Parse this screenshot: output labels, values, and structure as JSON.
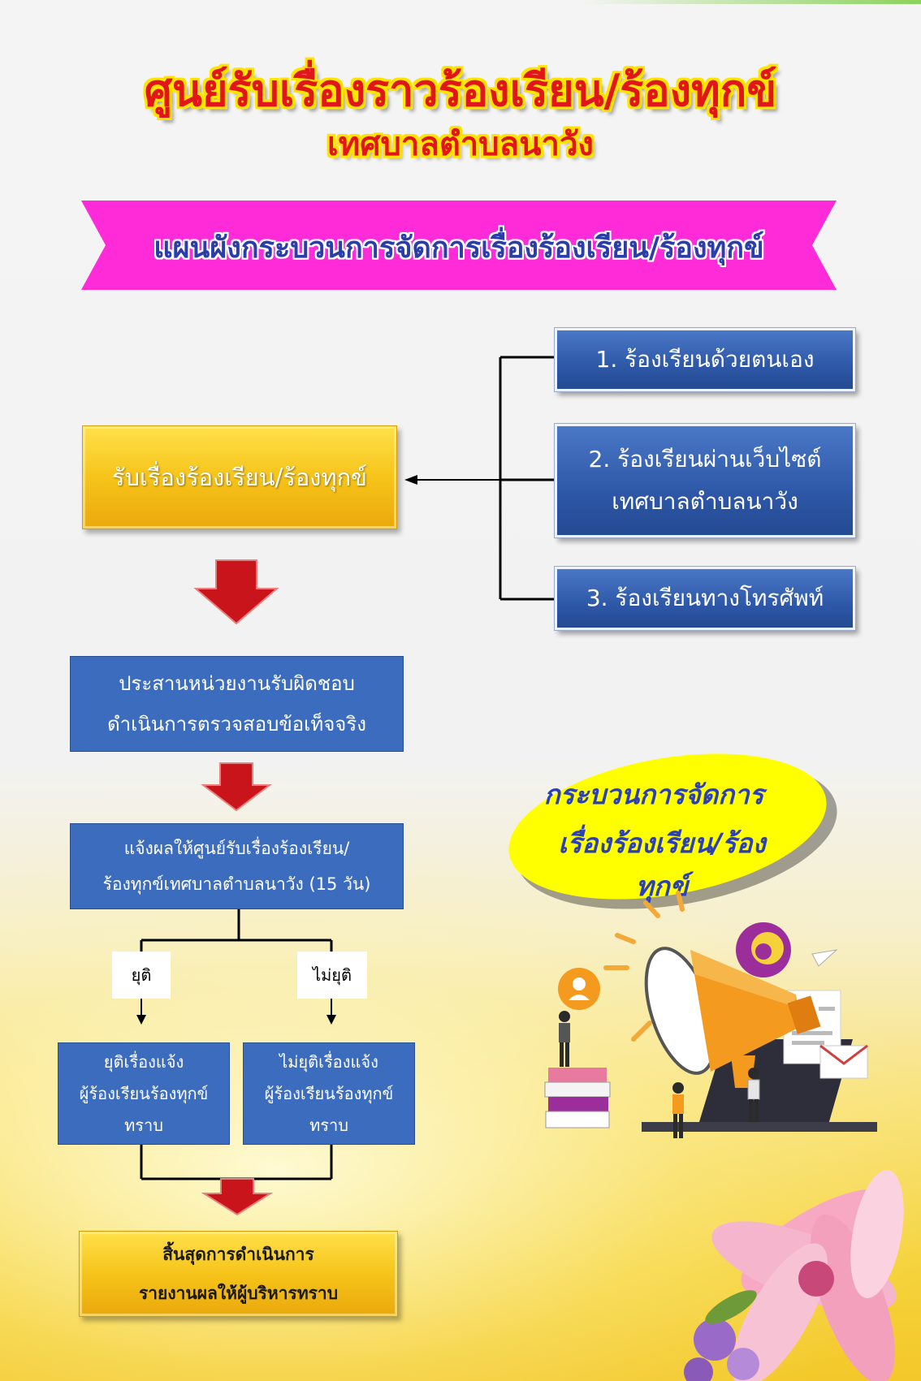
{
  "header": {
    "title_line1": "ศูนย์รับเรื่องราวร้องเรียน/ร้องทุกข์",
    "title_line2": "เทศบาลตำบลนาวัง"
  },
  "banner": {
    "text": "แผนผังกระบวนการจัดการเรื่องร้องเรียน/ร้องทุกข์",
    "color": "#ff2bd8"
  },
  "channels": [
    {
      "line1": "1. ร้องเรียนด้วยตนเอง"
    },
    {
      "line1": "2. ร้องเรียนผ่านเว็บไซต์",
      "line2": "เทศบาลตำบลนาวัง"
    },
    {
      "line1": "3. ร้องเรียนทางโทรศัพท์"
    }
  ],
  "steps": {
    "receive": "รับเรื่องร้องเรียน/ร้องทุกข์",
    "coordinate_line1": "ประสานหน่วยงานรับผิดชอบ",
    "coordinate_line2": "ดำเนินการตรวจสอบข้อเท็จจริง",
    "report_line1": "แจ้งผลให้ศูนย์รับเรื่องร้องเรียน/",
    "report_line2": "ร้องทุกข์เทศบาลตำบลนาวัง (15 วัน)"
  },
  "branches": {
    "resolved_label": "ยุติ",
    "unresolved_label": "ไม่ยุติ",
    "resolved_box": [
      "ยุติเรื่องแจ้ง",
      "ผู้ร้องเรียนร้องทุกข์",
      "ทราบ"
    ],
    "unresolved_box": [
      "ไม่ยุติเรื่องแจ้ง",
      "ผู้ร้องเรียนร้องทุกข์",
      "ทราบ"
    ]
  },
  "end_step": {
    "line1": "สิ้นสุดการดำเนินการ",
    "line2": "รายงานผลให้ผู้บริหารทราบ"
  },
  "bubble": {
    "line1": "กระบวนการจัดการ",
    "line2": "เรื่องร้องเรียน/ร้องทุกข์"
  },
  "colors": {
    "title": "#e0161b",
    "title_outline": "#ffe400",
    "arrow_red": "#c8141a",
    "box_blue": "#3c6cbd",
    "box_gold": "#f6c41a",
    "bubble_yellow": "#ffff00"
  },
  "illustrations": [
    "megaphone-icon",
    "user-profile-icon",
    "books-icon",
    "envelope-icon",
    "paper-plane-icon",
    "spiral-icon",
    "flower-image"
  ]
}
